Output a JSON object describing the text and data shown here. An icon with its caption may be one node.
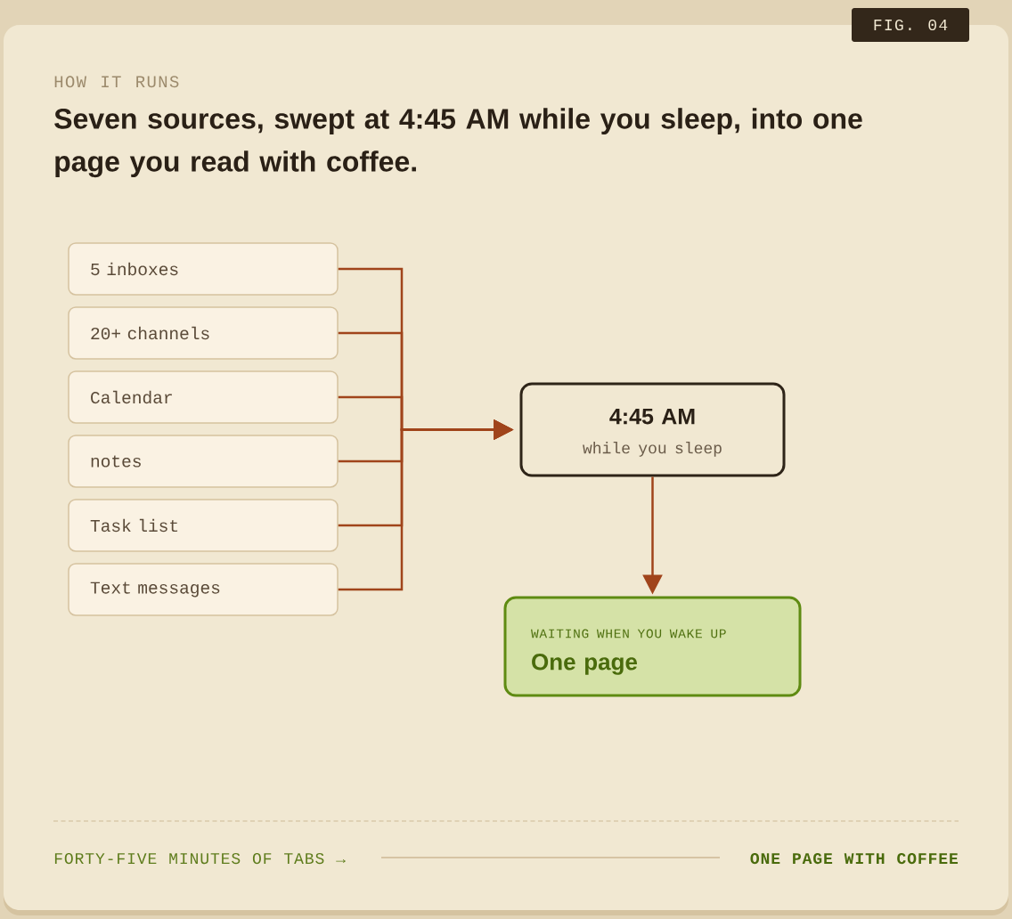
{
  "diagram": {
    "title": "Seven sources, swept at 4:45 AM while you sleep, into one page you read with coffee.",
    "nodes": [
      {
        "text": [
          "5 inboxes"
        ]
      },
      {
        "text": [
          "20+ channels"
        ]
      },
      {
        "text": [
          "Calendar"
        ]
      },
      {
        "text": [
          "notes"
        ]
      },
      {
        "text": [
          "Task list"
        ]
      },
      {
        "text": [
          "Text messages"
        ]
      },
      {
        "text": [
          "4:45 AM",
          "while you sleep"
        ]
      },
      {
        "text": [
          "WAITING WHEN YOU WAKE UP",
          "One page"
        ]
      }
    ],
    "edges": [
      {
        "from": 0,
        "to": 6,
        "arrow": "to"
      },
      {
        "from": 1,
        "to": 6,
        "arrow": "to"
      },
      {
        "from": 2,
        "to": 6,
        "arrow": "to"
      },
      {
        "from": 3,
        "to": 6,
        "arrow": "to"
      },
      {
        "from": 4,
        "to": 6,
        "arrow": "to"
      },
      {
        "from": 5,
        "to": 6,
        "arrow": "to"
      },
      {
        "from": 6,
        "to": 7,
        "arrow": "to"
      }
    ],
    "labels": [
      "FIG. 04",
      "HOW IT RUNS",
      "FORTY-FIVE MINUTES OF TABS →",
      "ONE PAGE WITH COFFEE"
    ]
  }
}
